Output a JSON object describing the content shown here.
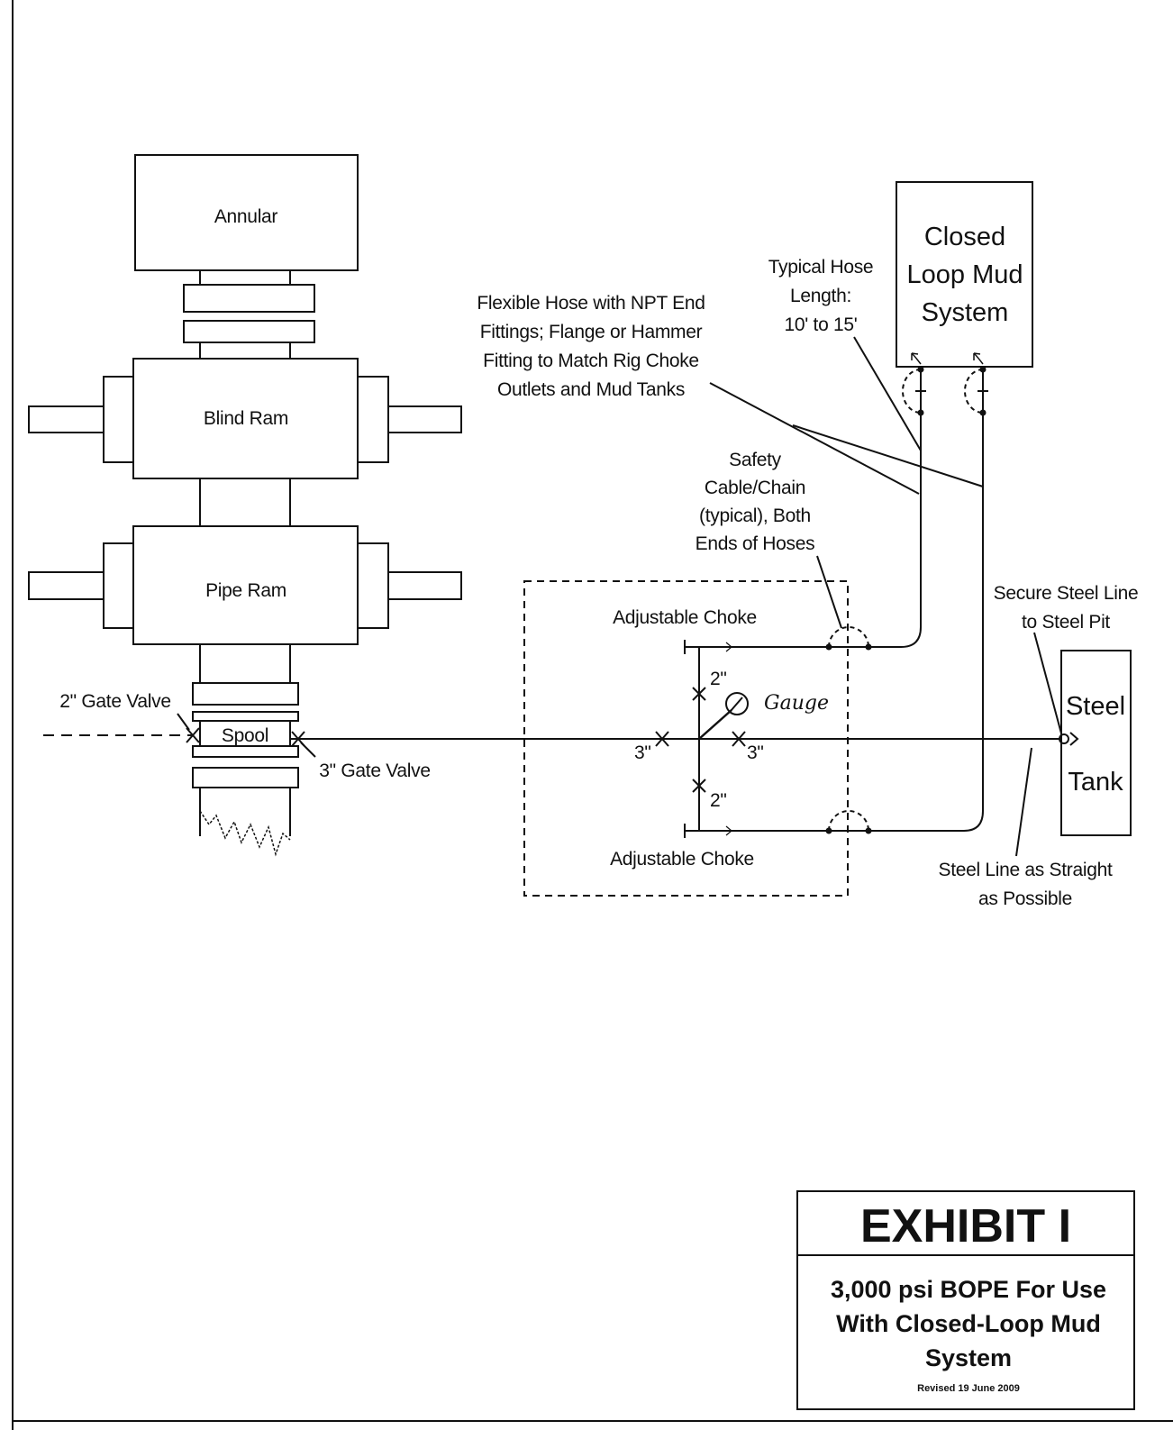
{
  "components": {
    "annular": "Annular",
    "blind_ram": "Blind Ram",
    "pipe_ram": "Pipe Ram",
    "spool": "Spool",
    "closed_loop": [
      "Closed",
      "Loop Mud",
      "System"
    ],
    "steel_tank": [
      "Steel",
      "Tank"
    ]
  },
  "labels": {
    "gate_valve_2": "2\" Gate Valve",
    "gate_valve_3": "3\" Gate Valve",
    "adjustable_choke_top": "Adjustable Choke",
    "adjustable_choke_bottom": "Adjustable Choke",
    "size_2_top": "2\"",
    "size_2_bottom": "2\"",
    "size_3_left": "3\"",
    "size_3_right": "3\"",
    "gauge": "Gauge"
  },
  "annotations": {
    "flexible_hose": [
      "Flexible Hose with NPT End",
      "Fittings; Flange or Hammer",
      "Fitting to Match Rig Choke",
      "Outlets and Mud Tanks"
    ],
    "typical_hose": [
      "Typical Hose",
      "Length:",
      "10' to 15'"
    ],
    "safety_cable": [
      "Safety",
      "Cable/Chain",
      "(typical), Both",
      "Ends of Hoses"
    ],
    "secure_steel": [
      "Secure Steel Line",
      "to Steel Pit"
    ],
    "steel_straight": [
      "Steel Line as Straight",
      "as Possible"
    ]
  },
  "exhibit": {
    "heading": "EXHIBIT I",
    "title": [
      "3,000 psi BOPE For Use",
      "With Closed-Loop Mud",
      "System"
    ],
    "revised": "Revised 19 June 2009"
  }
}
